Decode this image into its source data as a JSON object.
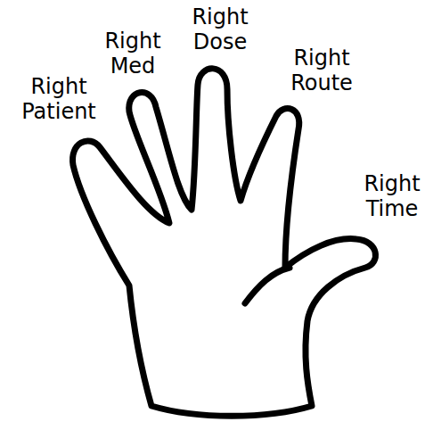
{
  "diagram": {
    "labels": [
      "Right Patient",
      "Right Med",
      "Right Dose",
      "Right Route",
      "Right Time"
    ]
  }
}
